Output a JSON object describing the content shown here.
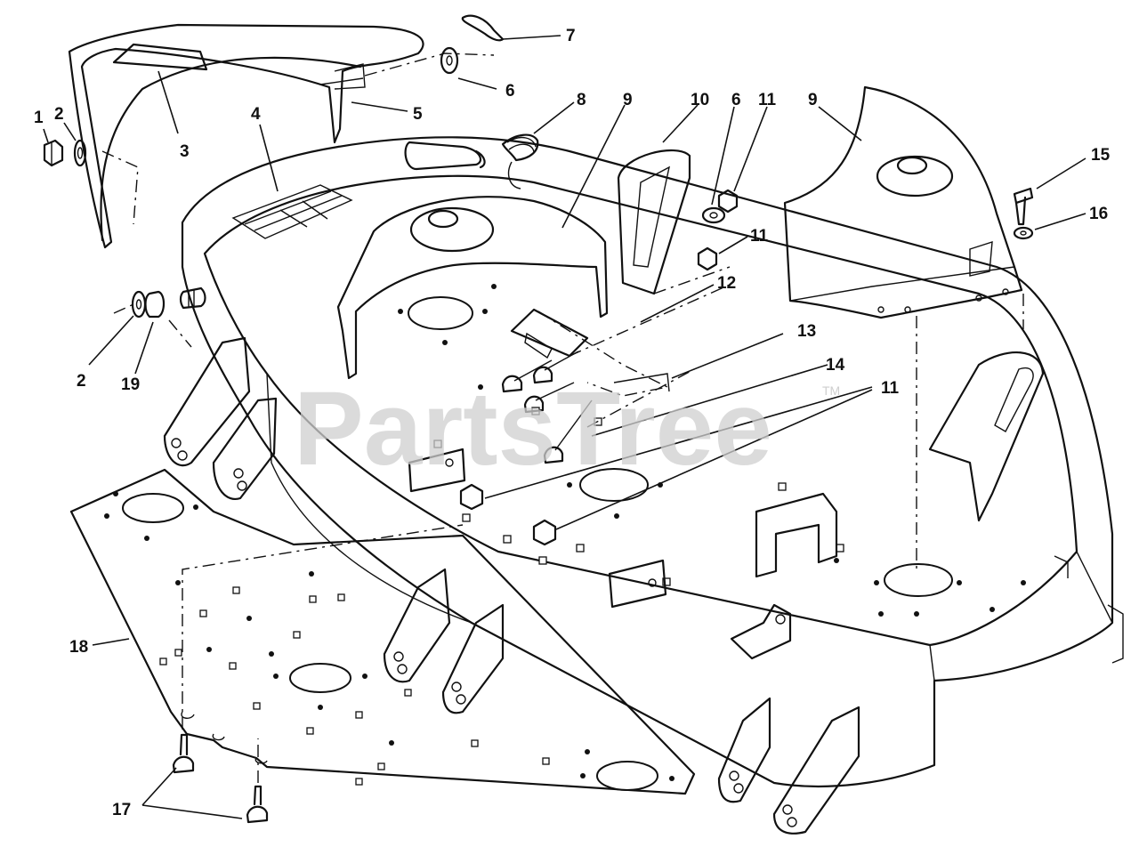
{
  "watermark": {
    "text": "PartsTree",
    "trademark": "TM"
  },
  "callouts": [
    {
      "id": "c1",
      "text": "1"
    },
    {
      "id": "c2a",
      "text": "2"
    },
    {
      "id": "c3",
      "text": "3"
    },
    {
      "id": "c4",
      "text": "4"
    },
    {
      "id": "c5",
      "text": "5"
    },
    {
      "id": "c6a",
      "text": "6"
    },
    {
      "id": "c7",
      "text": "7"
    },
    {
      "id": "c8",
      "text": "8"
    },
    {
      "id": "c9a",
      "text": "9"
    },
    {
      "id": "c10",
      "text": "10"
    },
    {
      "id": "c6b",
      "text": "6"
    },
    {
      "id": "c11a",
      "text": "11"
    },
    {
      "id": "c9b",
      "text": "9"
    },
    {
      "id": "c15",
      "text": "15"
    },
    {
      "id": "c16",
      "text": "16"
    },
    {
      "id": "c11b",
      "text": "11"
    },
    {
      "id": "c12",
      "text": "12"
    },
    {
      "id": "c13",
      "text": "13"
    },
    {
      "id": "c14",
      "text": "14"
    },
    {
      "id": "c11c",
      "text": "11"
    },
    {
      "id": "c2b",
      "text": "2"
    },
    {
      "id": "c19",
      "text": "19"
    },
    {
      "id": "c18",
      "text": "18"
    },
    {
      "id": "c17",
      "text": "17"
    }
  ]
}
